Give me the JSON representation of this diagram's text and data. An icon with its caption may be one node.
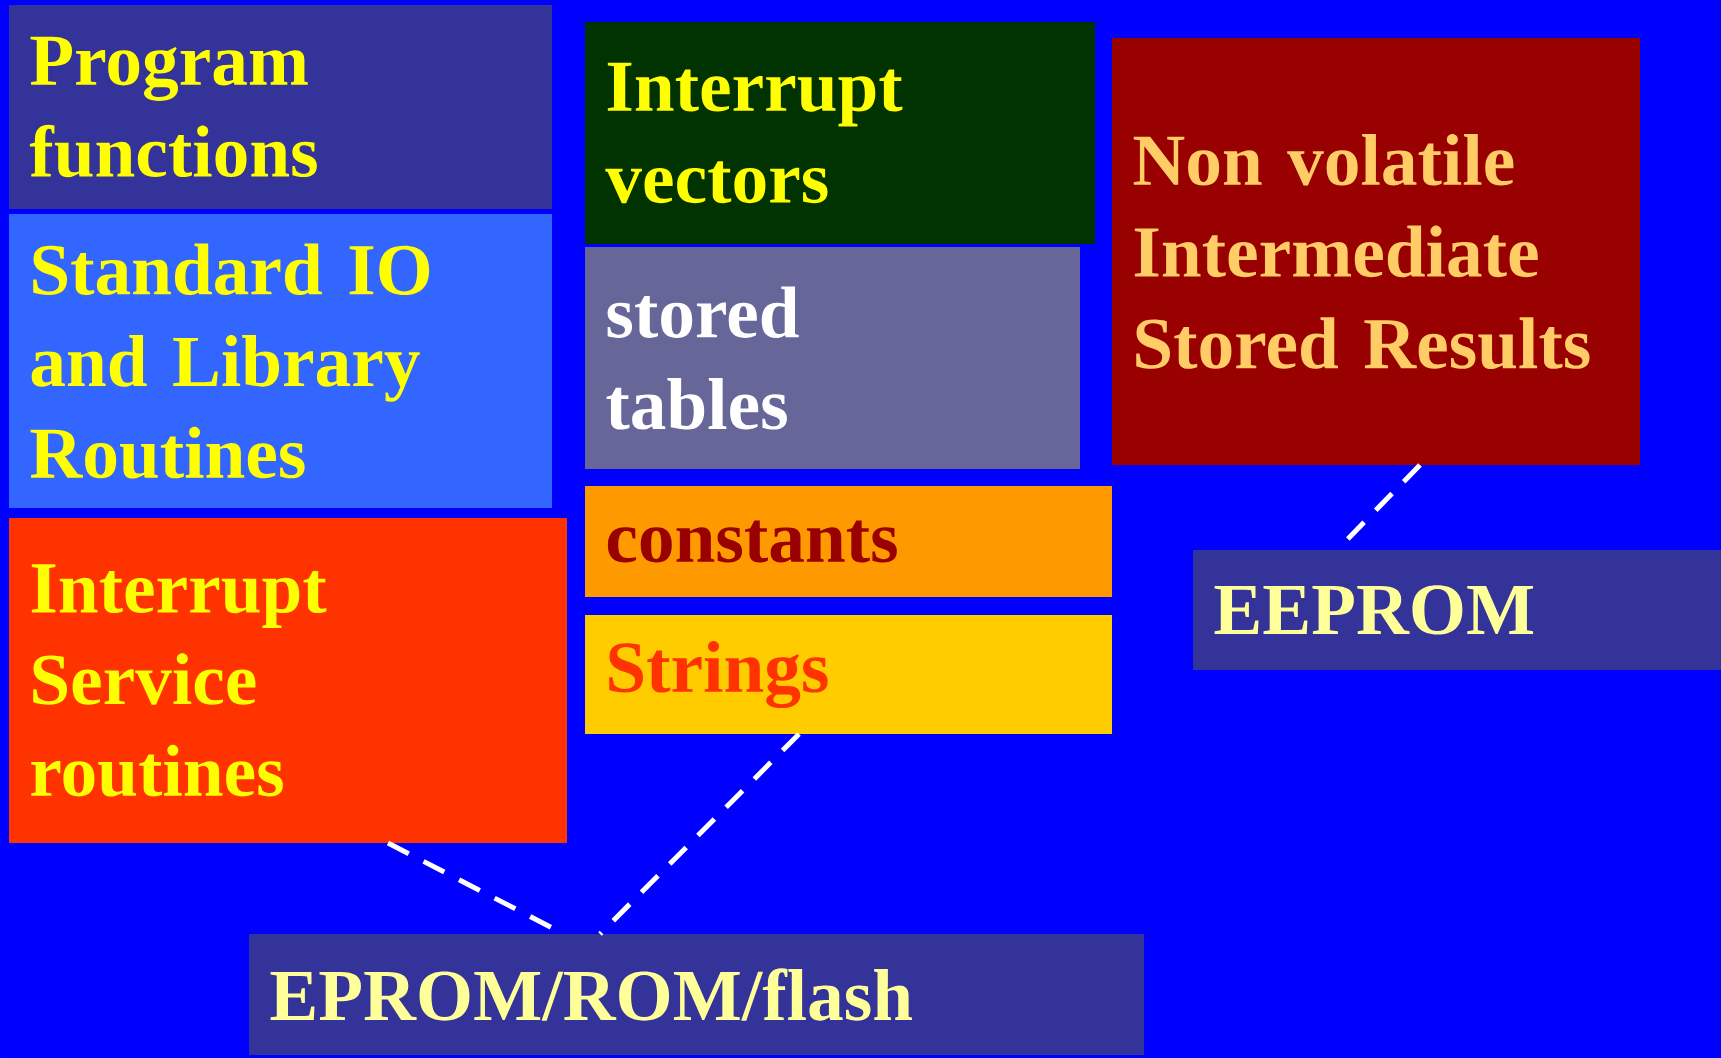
{
  "diagram": {
    "nodes": [
      {
        "text": [
          "Program functions"
        ]
      },
      {
        "text": [
          "Standard IO and Library Routines"
        ]
      },
      {
        "text": [
          "Interrupt Service routines"
        ]
      },
      {
        "text": [
          "Interrupt vectors"
        ]
      },
      {
        "text": [
          "stored tables"
        ]
      },
      {
        "text": [
          "constants"
        ]
      },
      {
        "text": [
          "Strings"
        ]
      },
      {
        "text": [
          "Non volatile Intermediate Stored Results"
        ]
      },
      {
        "text": [
          "EEPROM"
        ]
      },
      {
        "text": [
          "EPROM/ROM/flash"
        ]
      }
    ],
    "edges": [
      {
        "from": 2,
        "to": 9,
        "arrow": "none",
        "style": "dashed"
      },
      {
        "from": 6,
        "to": 9,
        "arrow": "none",
        "style": "dashed"
      },
      {
        "from": 7,
        "to": 8,
        "arrow": "none",
        "style": "dashed"
      }
    ]
  }
}
